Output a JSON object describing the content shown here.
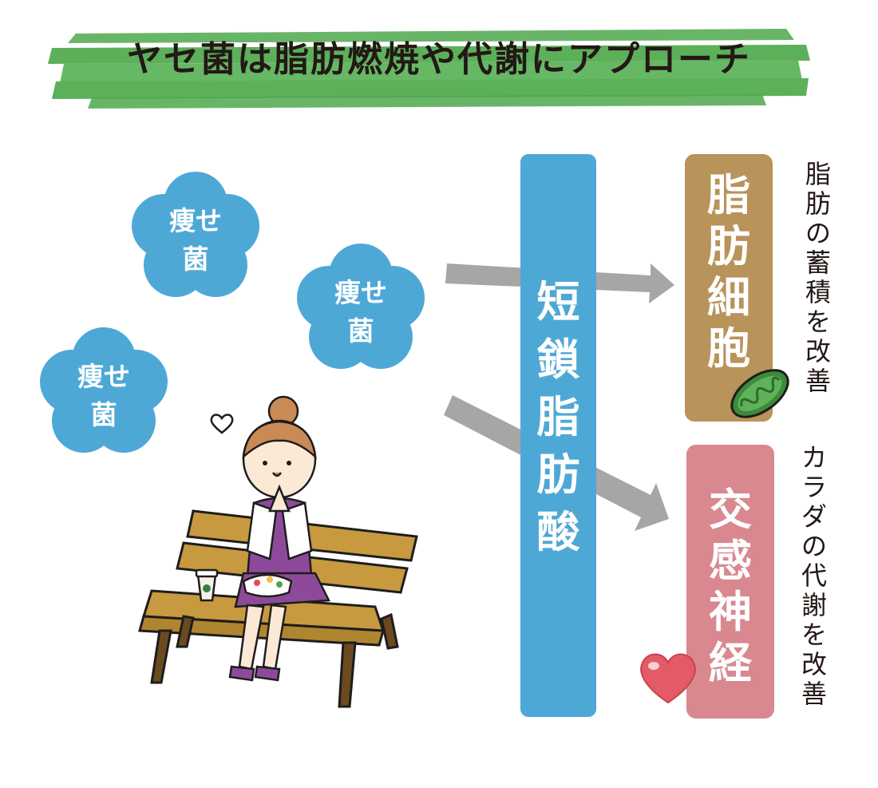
{
  "title": "ヤセ菌は脂肪燃焼や代謝にアプローチ",
  "colors": {
    "banner_green": "#5cb05a",
    "flower_blue": "#4ea8d6",
    "column_blue": "#4ea8d6",
    "fat_box": "#b8935a",
    "nerve_box": "#d9888f",
    "arrow_gray": "#a6a6a6"
  },
  "bacteria": [
    {
      "line1": "痩せ",
      "line2": "菌"
    },
    {
      "line1": "痩せ",
      "line2": "菌"
    },
    {
      "line1": "痩せ",
      "line2": "菌"
    }
  ],
  "central": "短鎖脂肪酸",
  "targets": [
    {
      "label": "脂肪細胞",
      "effect": "脂肪の蓄積を改善",
      "icon": "mitochondria-icon"
    },
    {
      "label": "交感神経",
      "effect": "カラダの代謝を改善",
      "icon": "heart-icon"
    }
  ],
  "illustration": "woman-on-bench"
}
